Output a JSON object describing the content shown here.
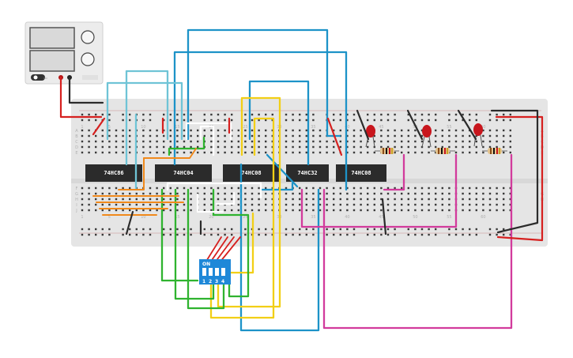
{
  "breadboard": {
    "column_numbers": [
      "1",
      "5",
      "10",
      "15",
      "20",
      "25",
      "30",
      "35",
      "40",
      "45",
      "50",
      "55",
      "60"
    ],
    "row_letters_top": [
      "A",
      "B",
      "C",
      "D",
      "E"
    ],
    "row_letters_bottom": [
      "F",
      "G",
      "H",
      "I",
      "J"
    ]
  },
  "chips": [
    {
      "label": "74HC86"
    },
    {
      "label": "74HC04"
    },
    {
      "label": "74HC08"
    },
    {
      "label": "74HC32"
    },
    {
      "label": "74HC08"
    }
  ],
  "dip_switch": {
    "on_label": "ON",
    "numbers": [
      "1",
      "2",
      "3",
      "4"
    ]
  },
  "power_supply": {
    "brand": "",
    "small_label": "ON"
  },
  "leds": [
    {
      "color": "red"
    },
    {
      "color": "red"
    },
    {
      "color": "red"
    }
  ],
  "colors": {
    "board": "#e5e5e5",
    "chip": "#2b2b2b",
    "wire_blue": "#1d93c8",
    "wire_lightblue": "#6fc4d6",
    "wire_yellow": "#f2cf16",
    "wire_green": "#2fb32f",
    "wire_magenta": "#d23b9c",
    "wire_orange": "#f0891b",
    "wire_red": "#d6201f",
    "wire_black": "#2b2b2b",
    "wire_white": "#ffffff",
    "dip": "#1e88d8",
    "led_red": "#c8161d"
  }
}
